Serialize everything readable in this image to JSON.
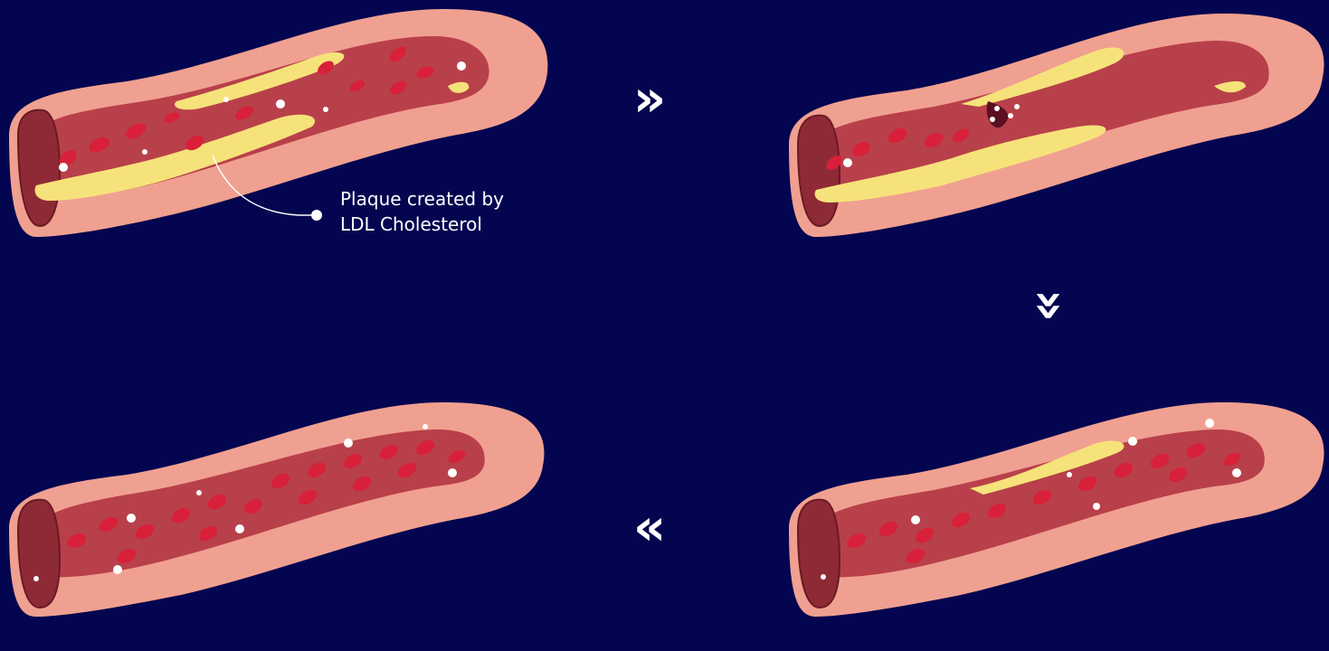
{
  "annotation": {
    "line1": "Plaque created by",
    "line2": "LDL Cholesterol"
  },
  "arrows": {
    "right": "»",
    "down": "»",
    "left": "«"
  },
  "colors": {
    "background": "#030550",
    "vessel_wall": "#F0A090",
    "vessel_wall_light": "#F6B8AA",
    "lumen": "#B8404A",
    "red_cell": "#D8203A",
    "plaque": "#F6E27A",
    "white_cell": "#FFFFFF"
  },
  "stages": [
    {
      "id": "plaque-buildup",
      "has_plaque": true,
      "rupture": false
    },
    {
      "id": "plaque-rupture",
      "has_plaque": true,
      "rupture": true
    },
    {
      "id": "plaque-reduced",
      "has_plaque": true,
      "rupture": false
    },
    {
      "id": "clear-artery",
      "has_plaque": false,
      "rupture": false
    }
  ]
}
